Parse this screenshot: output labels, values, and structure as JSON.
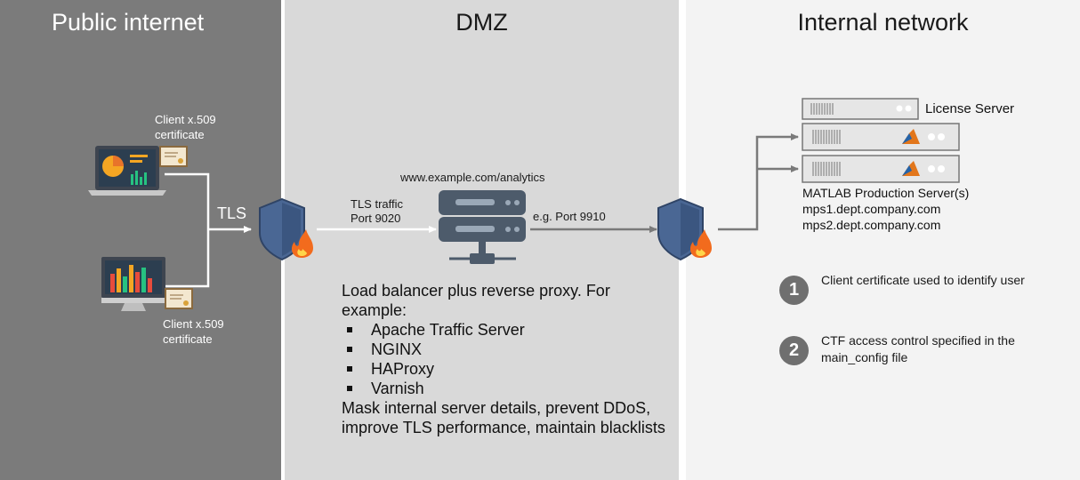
{
  "zones": {
    "public": "Public internet",
    "dmz": "DMZ",
    "internal": "Internal network"
  },
  "clients": {
    "top_cert_label": "Client x.509\ncertificate",
    "bottom_cert_label": "Client x.509\ncertificate"
  },
  "tls_label": "TLS",
  "dmz": {
    "url": "www.example.com/analytics",
    "tls_traffic": "TLS traffic\nPort 9020",
    "port_out": "e.g. Port 9910",
    "description_intro": "Load balancer plus reverse proxy. For example:",
    "proxies": [
      "Apache Traffic Server",
      "NGINX",
      "HAProxy",
      "Varnish"
    ],
    "description_outro": "Mask internal server details, prevent DDoS, improve TLS performance, maintain blacklists"
  },
  "internal": {
    "license_server": "License Server",
    "mps_title": "MATLAB  Production Server(s)",
    "mps_hosts": [
      "mps1.dept.company.com",
      "mps2.dept.company.com"
    ]
  },
  "notes": [
    {
      "num": "1",
      "text": "Client certificate used to identify user"
    },
    {
      "num": "2",
      "text": "CTF access control specified in the main_config file"
    }
  ],
  "colors": {
    "public_bg": "#7b7b7b",
    "dmz_bg": "#d9d9d9",
    "internal_bg": "#f3f3f3",
    "shield": "#4a6794",
    "flame": "#f26b1d",
    "server_dark": "#4d5b6b"
  }
}
